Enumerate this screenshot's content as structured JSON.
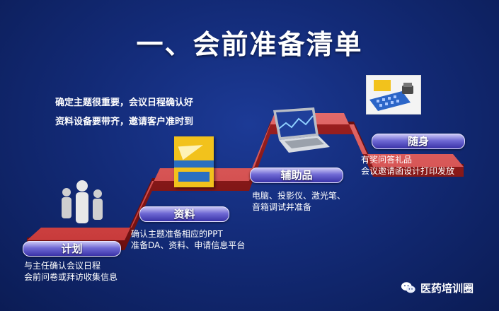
{
  "title": "一、会前准备清单",
  "intro": {
    "line1": "确定主题很重要，会议日程确认好",
    "line2": "资料设备要带齐，邀请客户准时到"
  },
  "steps": [
    {
      "label": "计划",
      "desc1": "与主任确认会议日程",
      "desc2": "会前问卷或拜访收集信息"
    },
    {
      "label": "资料",
      "desc1": "确认主题准备相应的PPT",
      "desc2": "准备DA、资料、申请信息平台"
    },
    {
      "label": "辅助品",
      "desc1": "电脑、投影仪、激光笔、",
      "desc2": "音箱调试并准备"
    },
    {
      "label": "随身",
      "desc1": "有奖问答礼品",
      "desc2": "会议邀请函设计打印发放"
    }
  ],
  "watermark": "医药培训圈",
  "icons": [
    "people-icon",
    "brochure-image",
    "laptop-icon",
    "gift-items-image",
    "wechat-icon"
  ]
}
